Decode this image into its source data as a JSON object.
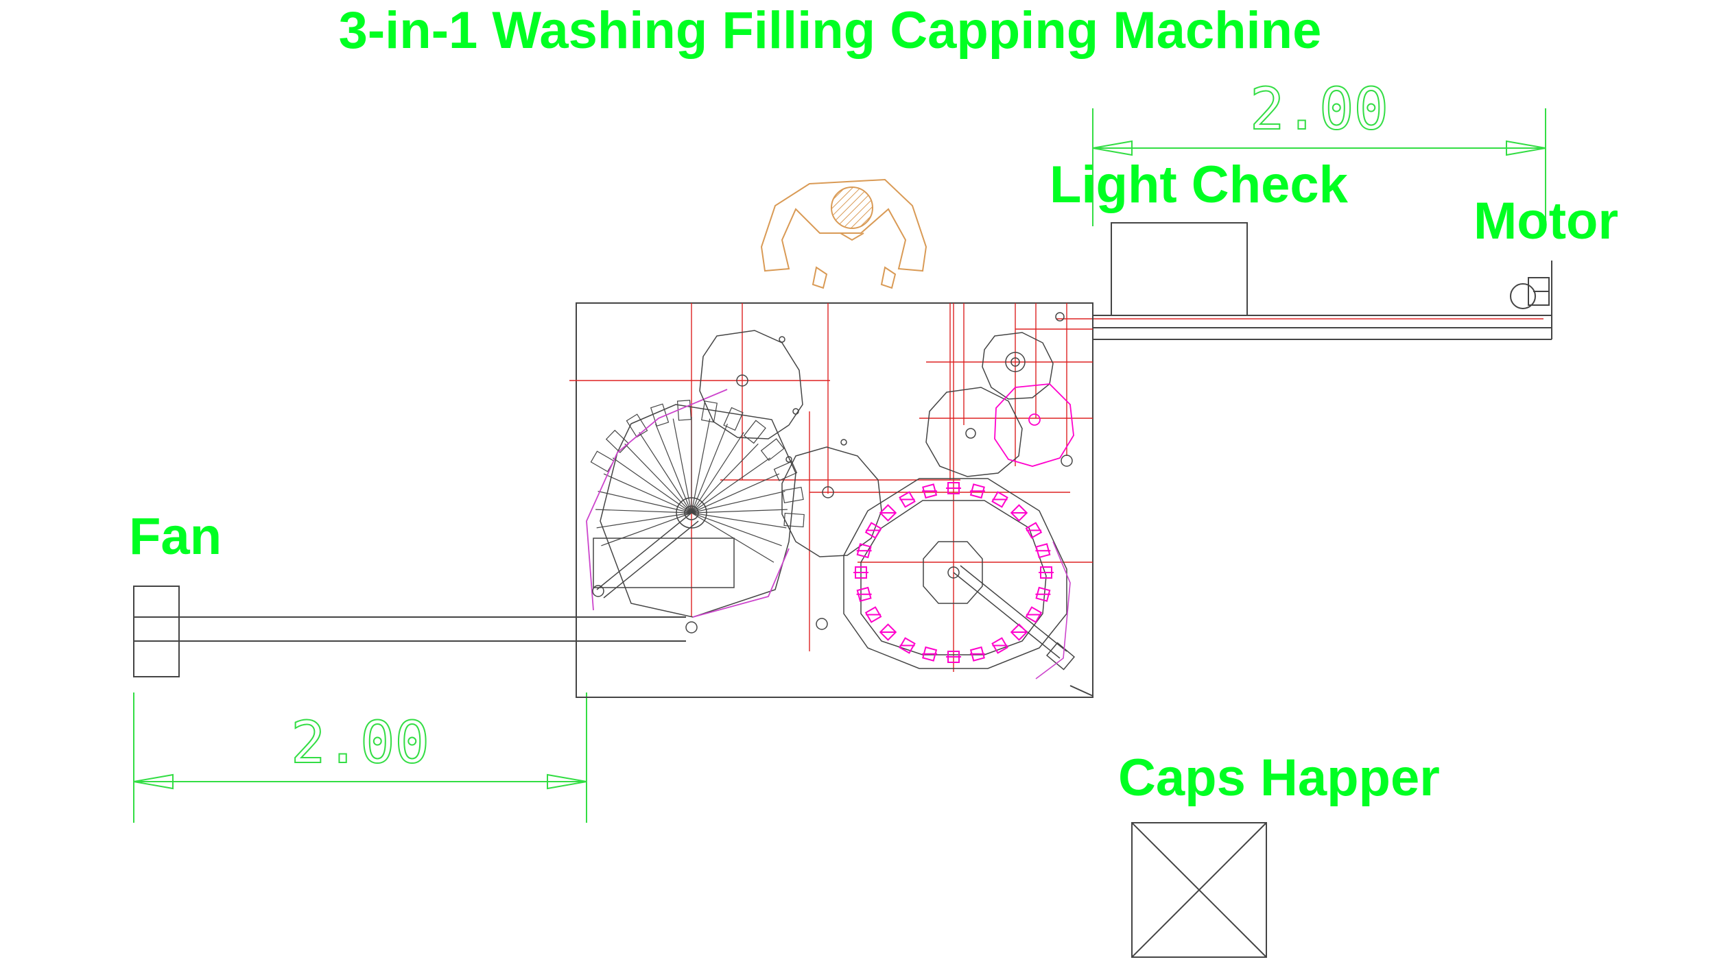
{
  "title": "3-in-1 Washing Filling Capping Machine",
  "labels": {
    "light_check": "Light Check",
    "motor": "Motor",
    "fan": "Fan",
    "caps_hopper": "Caps Happer"
  },
  "dimensions": {
    "top": "2.00",
    "bottom": "2.00"
  },
  "colors": {
    "label_green": "#00ff22",
    "dimension_green": "#33dd44",
    "outline": "#444444",
    "centerline_red": "#dd2222",
    "heads_magenta": "#ff00cc",
    "operator_orange": "#d99a55"
  }
}
